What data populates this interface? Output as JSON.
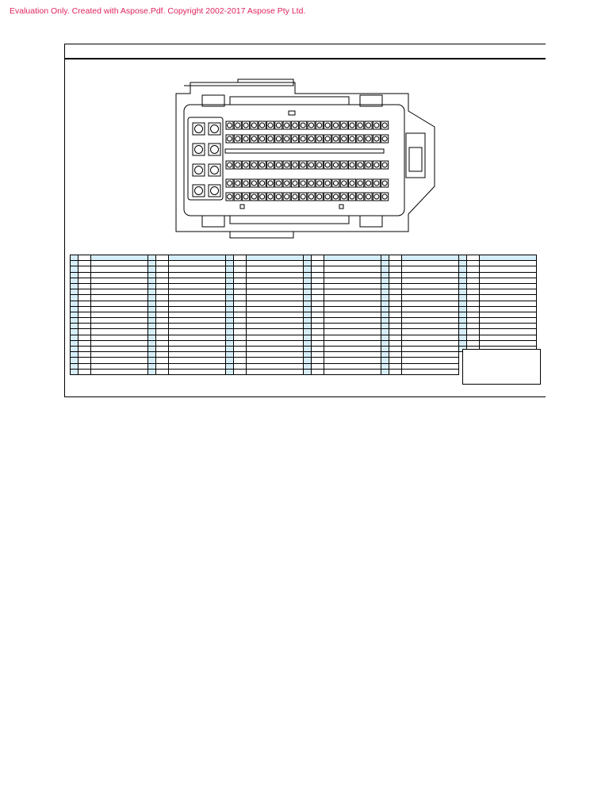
{
  "watermark": "Evaluation Only. Created with Aspose.Pdf. Copyright 2002-2017 Aspose Pty Ltd.",
  "connector": {
    "large_pin_rows": 4,
    "large_pin_cols": 2,
    "small_pin_rows": [
      20,
      20,
      20,
      20,
      20
    ]
  },
  "pin_table": {
    "groups": 6,
    "rows": 21,
    "last_group_rows": 17
  }
}
